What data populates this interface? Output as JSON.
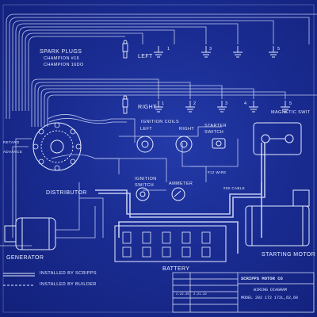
{
  "labels": {
    "spark_plugs": "SPARK PLUGS",
    "champion_16": "CHAMPION #16",
    "champion_16d": "CHAMPION 16DO",
    "left": "LEFT",
    "right": "RIGHT",
    "ignition_coils": "IGNITION COILS",
    "coil_left": "LEFT",
    "coil_right": "RIGHT",
    "starter_switch": "STARTER SWITCH",
    "magnetic_switch": "MAGNETIC SWIT",
    "retard": "RETARD",
    "advance": "ADVANCE",
    "distributor": "DISTRIBUTOR",
    "ignition_switch": "IGNITION SWITCH",
    "ammeter": "AMMETER",
    "wire_12": "#12 WIRE",
    "cable_00": "#00 CABLE",
    "generator": "GENERATOR",
    "starting_motor": "STARTING MOTOR",
    "battery": "BATTERY",
    "legend_scripps": "INSTALLED BY SCRIPPS",
    "legend_builder": "INSTALLED BY BUILDER",
    "plug_numbers_top": [
      "1",
      "3",
      "5"
    ],
    "plug_numbers_mid": [
      "1",
      "2",
      "3",
      "4",
      "5"
    ]
  },
  "title_block": {
    "company": "SCRIPPS MOTOR CO",
    "drawing_title": "WIRING DIAGRAM",
    "model": "MODEL 202 172 172L,62,60",
    "dates": [
      "2-22-35",
      "2-21-32"
    ]
  },
  "colors": {
    "background": "#1a2c92",
    "line": "#dfe6ff"
  }
}
